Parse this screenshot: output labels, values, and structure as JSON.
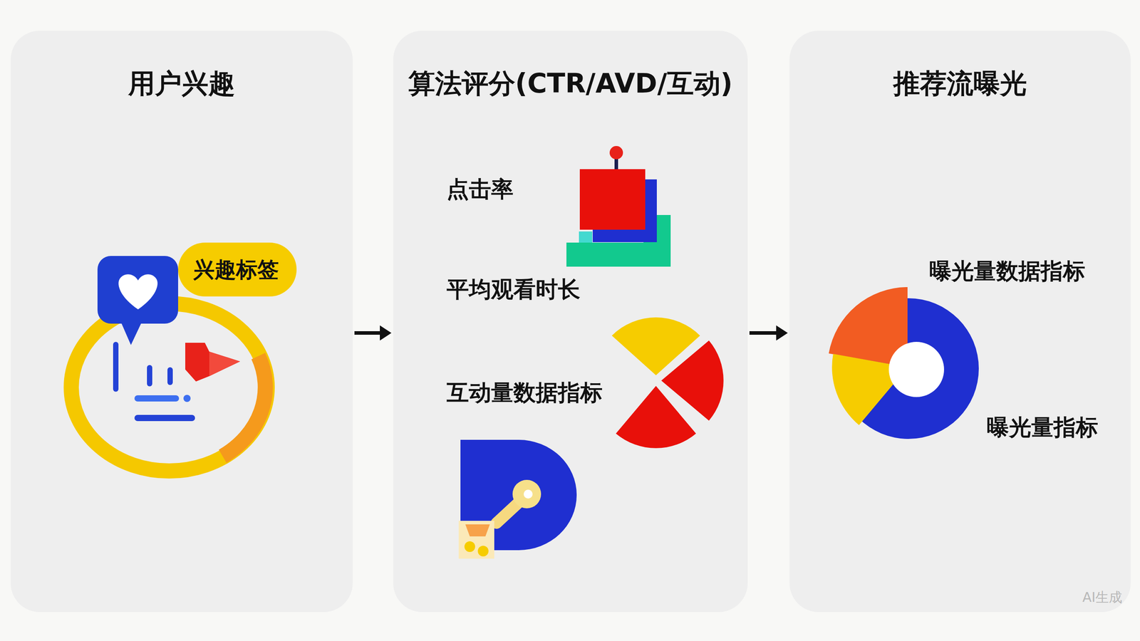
{
  "diagram": {
    "nodes": [
      {
        "text": [
          "用户兴趣"
        ]
      },
      {
        "text": [
          "兴趣标签"
        ],
        "in": 0
      },
      {
        "text": [
          "算法评分(CTR/AVD/互动)"
        ]
      },
      {
        "text": [
          "推荐流曝光"
        ]
      }
    ],
    "edges": [
      {
        "from": 0,
        "to": 2,
        "arrow": "to"
      },
      {
        "from": 2,
        "to": 3,
        "arrow": "to"
      }
    ],
    "labels": [
      "点击率",
      "平均观看时长",
      "互动量数据指标",
      "曝光量数据指标",
      "曝光量指标",
      "AI生成"
    ]
  }
}
